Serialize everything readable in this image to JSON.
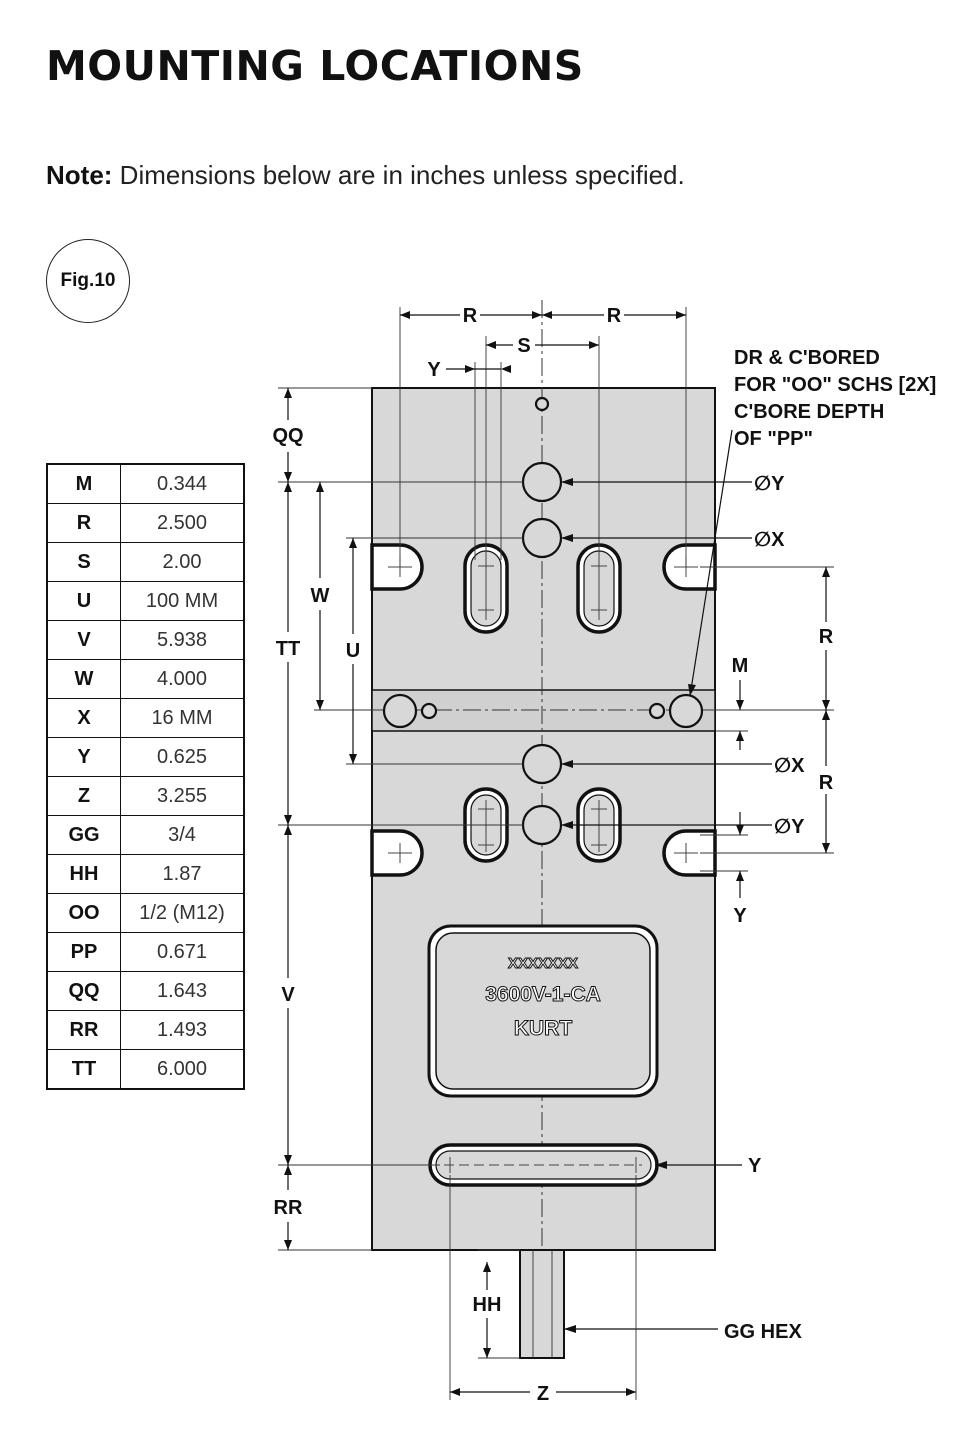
{
  "title": "MOUNTING LOCATIONS",
  "note": {
    "label": "Note:",
    "text": "Dimensions below are in inches unless specified."
  },
  "figure_label": "Fig.10",
  "dimensions_table": [
    {
      "key": "M",
      "value": "0.344"
    },
    {
      "key": "R",
      "value": "2.500"
    },
    {
      "key": "S",
      "value": "2.00"
    },
    {
      "key": "U",
      "value": "100 MM"
    },
    {
      "key": "V",
      "value": "5.938"
    },
    {
      "key": "W",
      "value": "4.000"
    },
    {
      "key": "X",
      "value": "16 MM"
    },
    {
      "key": "Y",
      "value": "0.625"
    },
    {
      "key": "Z",
      "value": "3.255"
    },
    {
      "key": "GG",
      "value": "3/4"
    },
    {
      "key": "HH",
      "value": "1.87"
    },
    {
      "key": "OO",
      "value": "1/2 (M12)"
    },
    {
      "key": "PP",
      "value": "0.671"
    },
    {
      "key": "QQ",
      "value": "1.643"
    },
    {
      "key": "RR",
      "value": "1.493"
    },
    {
      "key": "TT",
      "value": "6.000"
    }
  ],
  "drawing": {
    "callout_lines": [
      "DR & C'BORED",
      "FOR \"OO\" SCHS [2X]",
      "C'BORE DEPTH",
      "OF \"PP\""
    ],
    "labels": {
      "R": "R",
      "S": "S",
      "Y": "Y",
      "X": "X",
      "QQ": "QQ",
      "W": "W",
      "TT": "TT",
      "U": "U",
      "M": "M",
      "V": "V",
      "RR": "RR",
      "HH": "HH",
      "Z": "Z",
      "diameter": "∅",
      "gg_hex": "GG HEX"
    },
    "plate_text": [
      "XXXXXXX",
      "3600V-1-CA",
      "KURT"
    ]
  },
  "colors": {
    "body": "#d8d8d8",
    "line": "#111111",
    "background": "#ffffff"
  }
}
